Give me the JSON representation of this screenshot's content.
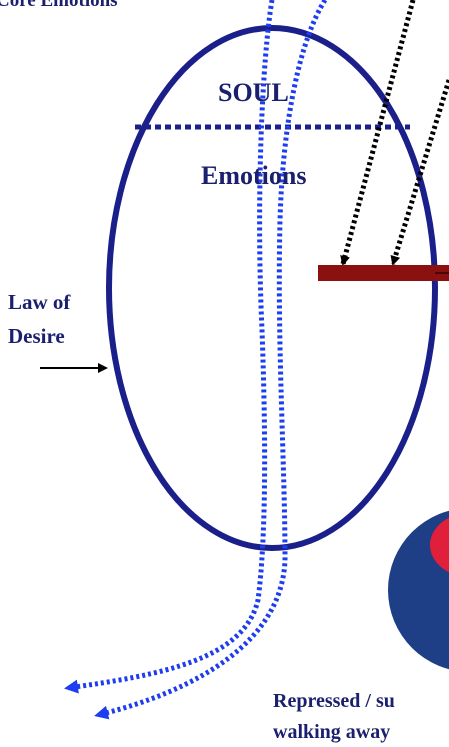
{
  "labels": {
    "core_emotions": "Core Emotions",
    "soul": "SOUL",
    "emotions": "Emotions",
    "law_of_line1": "Law of",
    "law_of_line2": "Desire",
    "repressed_line1": "Repressed / su",
    "repressed_line2": "walking away"
  },
  "colors": {
    "ellipse": "#1a1f8a",
    "soul_divider": "#1a1f8a",
    "path_dotted": "#1e3cf0",
    "black_dotted": "#000000",
    "bar": "#8b1010",
    "text": "#1a1f6e",
    "circle_outer": "#1e3f86",
    "circle_accent": "#e0203a"
  }
}
